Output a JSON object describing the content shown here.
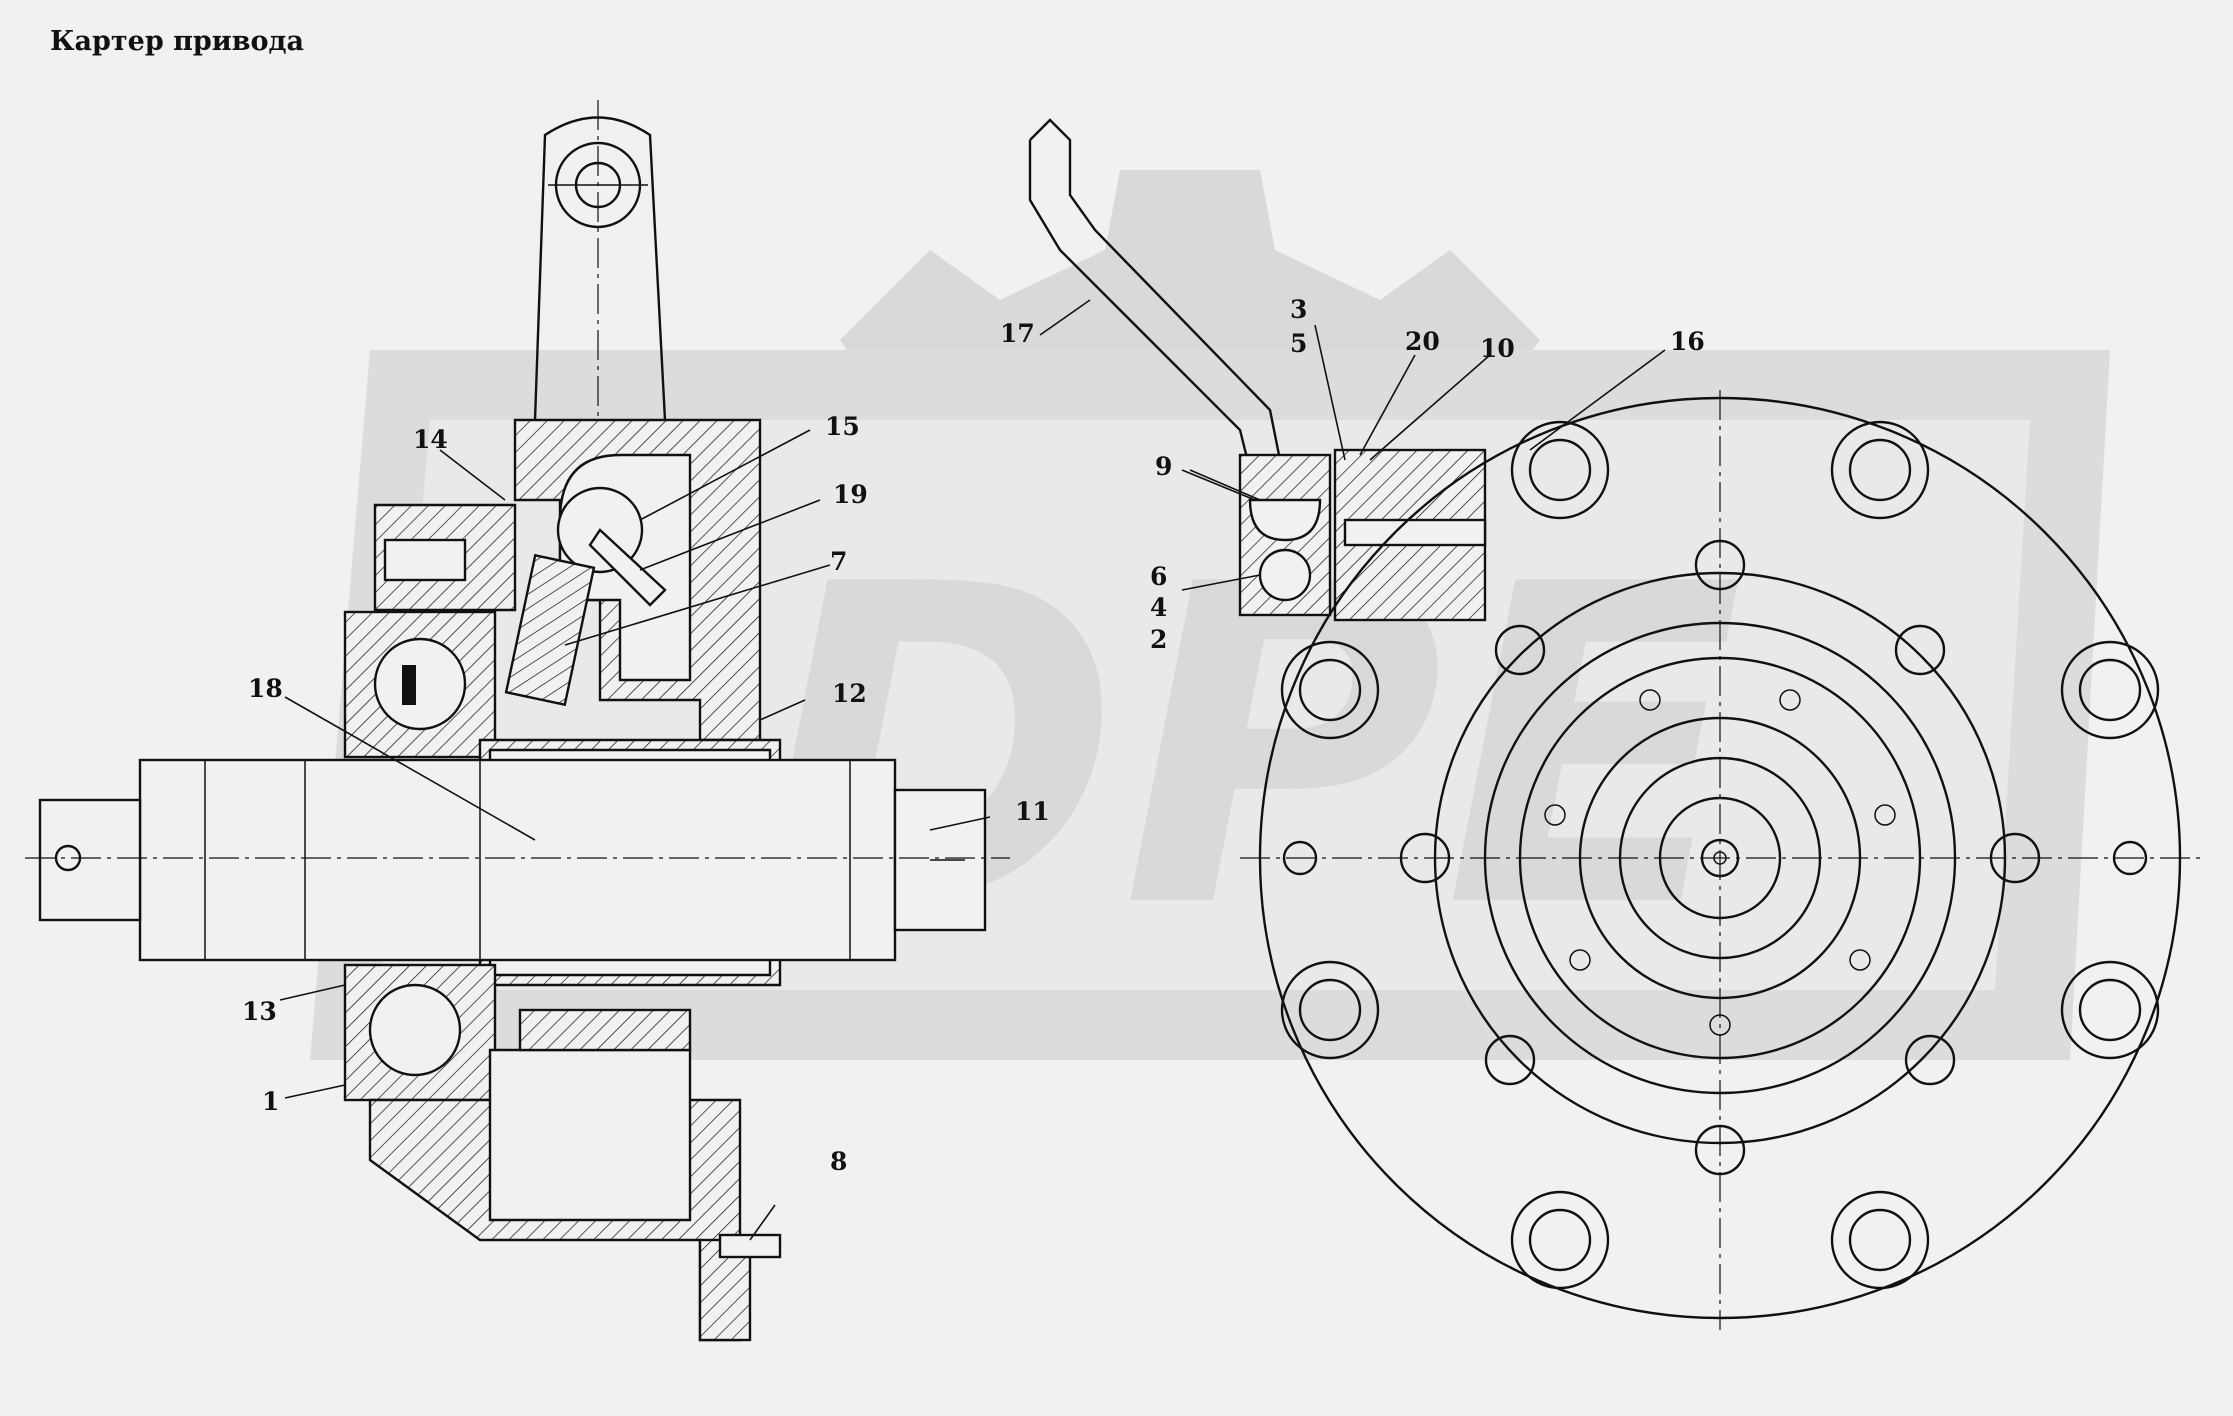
{
  "title": "Картер привода",
  "callouts": [
    "1",
    "2",
    "3",
    "4",
    "5",
    "6",
    "7",
    "8",
    "9",
    "10",
    "11",
    "12",
    "13",
    "14",
    "15",
    "16",
    "17",
    "18",
    "19",
    "20"
  ],
  "watermark": {
    "text": "DPE"
  }
}
